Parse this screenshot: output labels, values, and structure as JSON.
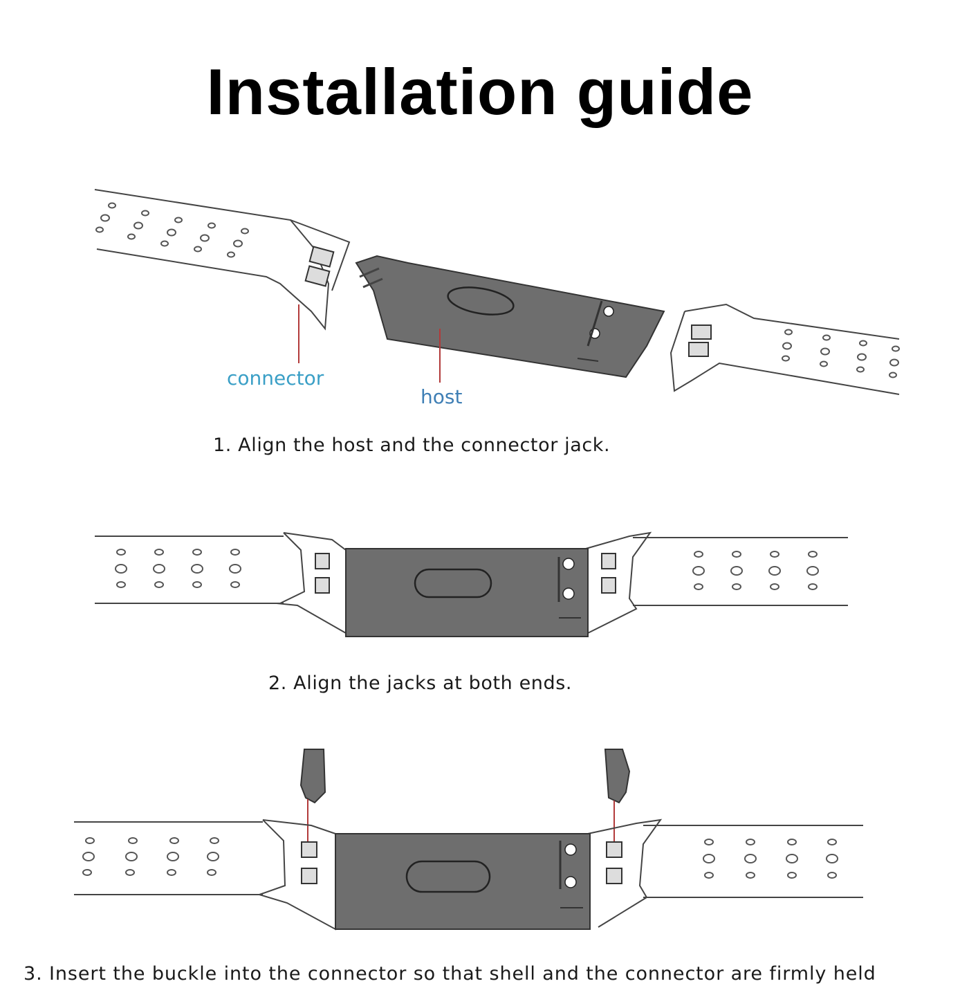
{
  "title": "Installation guide",
  "step1": {
    "caption": "1. Align the host and the connector jack.",
    "label_connector": "connector",
    "label_host": "host"
  },
  "step2": {
    "caption": "2. Align the jacks at both ends."
  },
  "step3": {
    "caption": "3. Insert the buckle into the connector so that shell and the connector are firmly held"
  },
  "colors": {
    "host_fill": "#6e6e6e",
    "connector_label": "#3a9fc6",
    "host_label": "#3f7fb5",
    "leader_line": "#b23a3a"
  }
}
